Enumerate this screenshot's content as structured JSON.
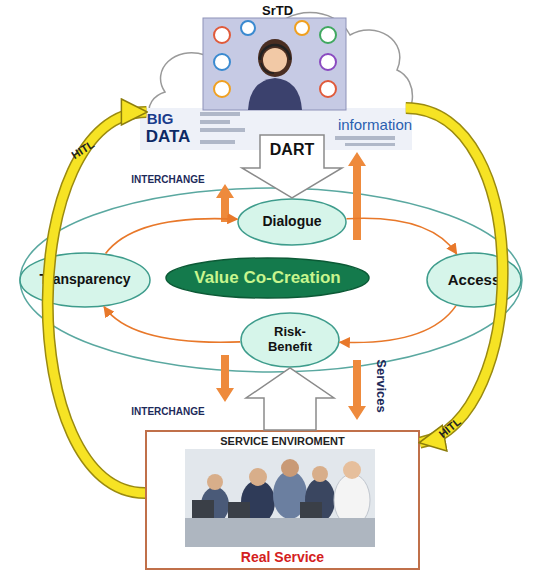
{
  "diagram": {
    "nodes": [
      {
        "text": [
          "SrTD"
        ]
      },
      {
        "text": [
          "Dialogue"
        ]
      },
      {
        "text": [
          "Transparency"
        ]
      },
      {
        "text": [
          "Value Co-Creation"
        ]
      },
      {
        "text": [
          "Access"
        ]
      },
      {
        "text": [
          "Risk- Benefit"
        ]
      },
      {
        "text": [
          "SERVICE ENVIROMENT",
          "Real Service"
        ]
      }
    ],
    "edges": [
      {
        "from": 0,
        "to": 1,
        "arrow": "to",
        "label": "DART"
      },
      {
        "from": 1,
        "to": 4,
        "arrow": "to"
      },
      {
        "from": 4,
        "to": 5,
        "arrow": "to"
      },
      {
        "from": 5,
        "to": 2,
        "arrow": "to"
      },
      {
        "from": 2,
        "to": 1,
        "arrow": "to"
      },
      {
        "from": 6,
        "to": 5,
        "arrow": "to"
      },
      {
        "from": 6,
        "to": 0,
        "arrow": "to",
        "label": "HITL"
      },
      {
        "from": 0,
        "to": 6,
        "arrow": "to",
        "label": "HITL"
      }
    ],
    "labels": [
      "BIG",
      "DATA",
      "information",
      "INTERCHANGE",
      "Services",
      "INTERCHANGE"
    ]
  }
}
